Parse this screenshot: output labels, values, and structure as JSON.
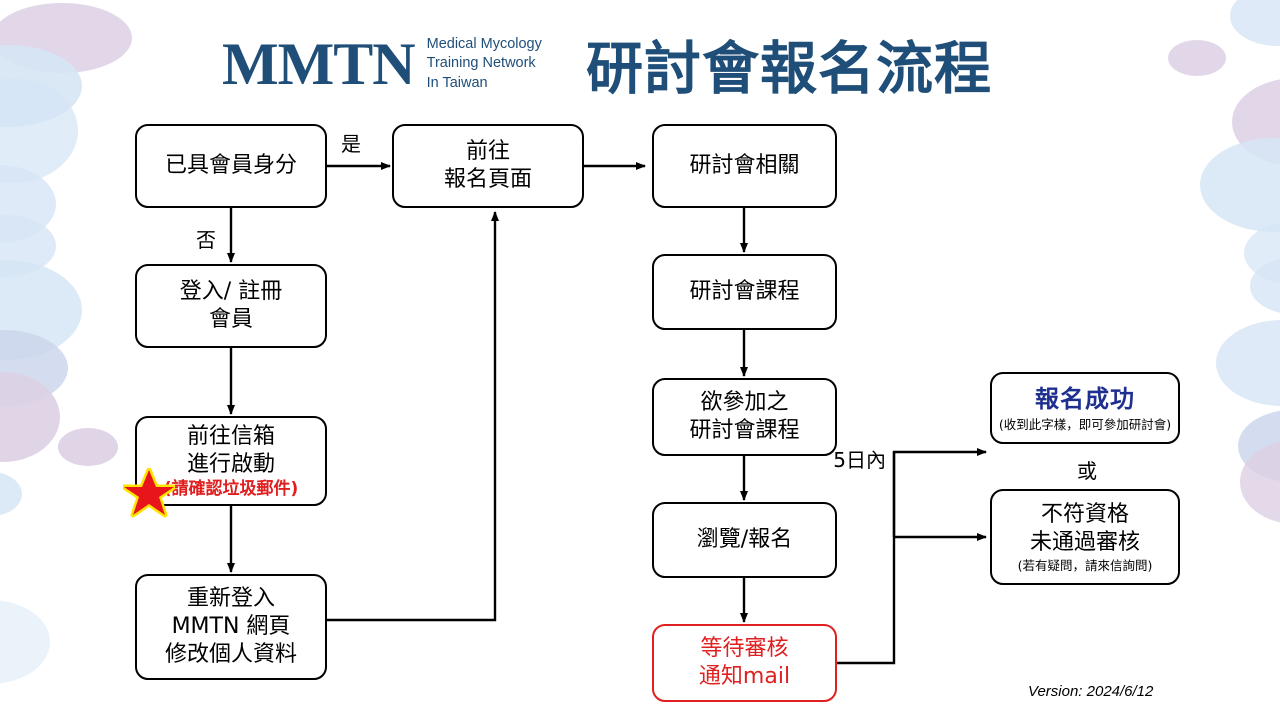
{
  "header": {
    "logo_mark": "MMTN",
    "logo_sub_line1": "Medical Mycology",
    "logo_sub_line2": "Training Network",
    "logo_sub_line3": "In Taiwan",
    "title": "研討會報名流程",
    "brand_color": "#1F4E79"
  },
  "footer": {
    "version": "Version: 2024/6/12"
  },
  "flow": {
    "boxes": {
      "member_check": {
        "line1": "已具會員身分"
      },
      "login_register": {
        "line1": "登入/ 註冊",
        "line2": "會員"
      },
      "activate_mail": {
        "line1": "前往信箱",
        "line2": "進行啟動",
        "note": "(請確認垃圾郵件)"
      },
      "relogin_profile": {
        "line1": "重新登入",
        "line2": "MMTN 網頁",
        "line3": "修改個人資料"
      },
      "go_signup_page": {
        "line1": "前往",
        "line2": "報名頁面"
      },
      "seminar_related": {
        "line1": "研討會相關"
      },
      "seminar_course": {
        "line1": "研討會課程"
      },
      "desired_course": {
        "line1": "欲參加之",
        "line2": "研討會課程"
      },
      "browse_signup": {
        "line1": "瀏覽/報名"
      },
      "await_review": {
        "line1": "等待審核",
        "line2": "通知mail"
      },
      "success": {
        "line1": "報名成功",
        "note": "(收到此字樣，即可參加研討會)"
      },
      "rejected": {
        "line1": "不符資格",
        "line2": "未通過審核",
        "note": "(若有疑問，請來信詢問)"
      }
    },
    "labels": {
      "yes": "是",
      "no": "否",
      "within_5_days": "5日內",
      "or": "或"
    },
    "colors": {
      "box_border": "#000000",
      "alert_red": "#e02020",
      "success_blue": "#1F2F8F",
      "star_fill": "#e8161a",
      "star_glow": "#FFE400"
    }
  },
  "background": {
    "ellipse_blue": "#d6e5f5",
    "ellipse_purple": "#ddd0e4"
  }
}
